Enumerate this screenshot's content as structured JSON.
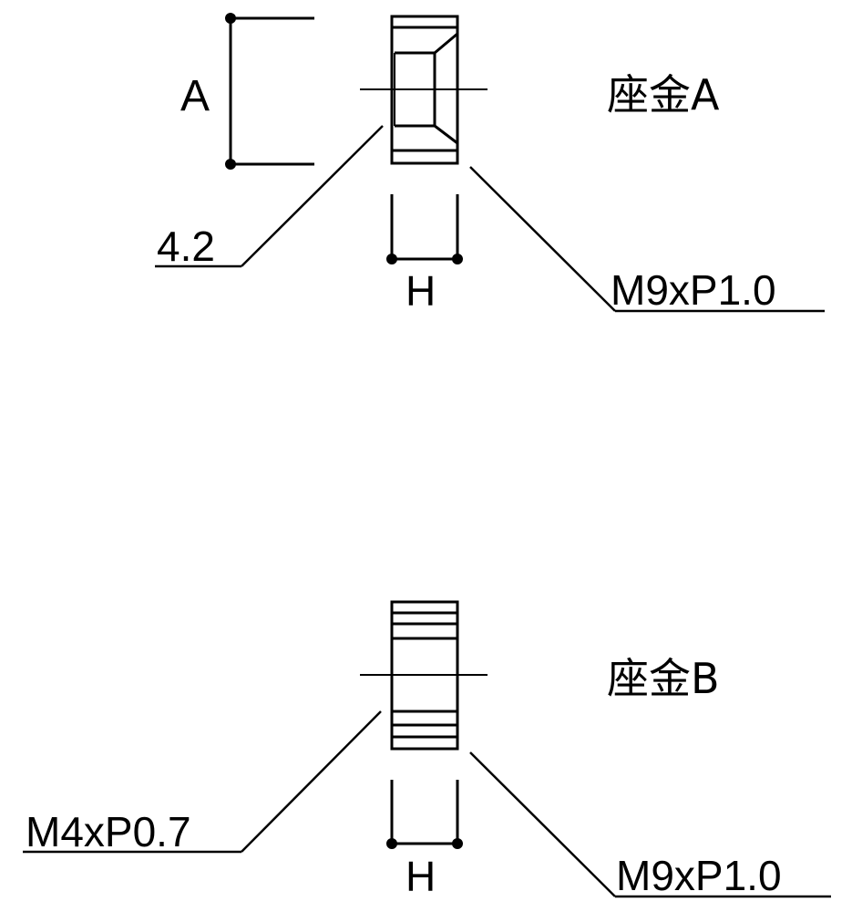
{
  "washer_a": {
    "title": "座金A",
    "dim_a": "A",
    "dim_h": "H",
    "hole_dim": "4.2",
    "thread_dim": "M9xP1.0"
  },
  "washer_b": {
    "title": "座金B",
    "dim_h": "H",
    "hole_dim": "M4xP0.7",
    "thread_dim": "M9xP1.0"
  }
}
